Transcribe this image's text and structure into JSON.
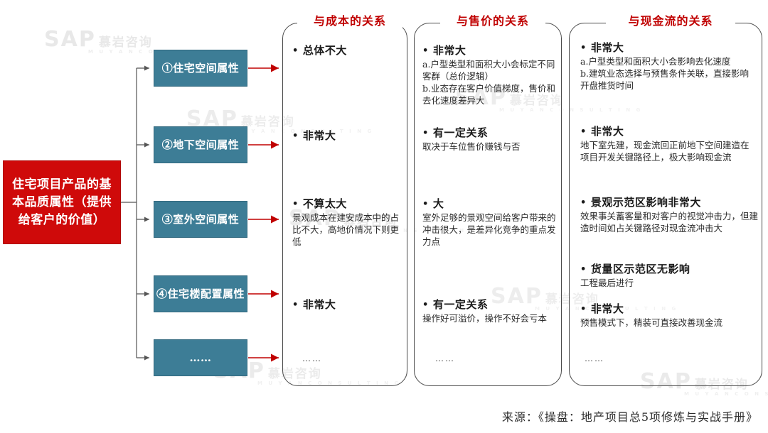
{
  "root": {
    "label": "住宅项目产品的基本品质属性（提供给客户的价值）",
    "color": "#cf0a0a"
  },
  "attributes": [
    {
      "label": "①住宅空间属性"
    },
    {
      "label": "②地下空间属性"
    },
    {
      "label": "③室外空间属性"
    },
    {
      "label": "④住宅楼配置属性"
    },
    {
      "label": "……"
    }
  ],
  "columns": [
    {
      "title": "与成本的关系",
      "blocks": [
        {
          "head": "总体不大",
          "body": ""
        },
        {
          "head": "非常大",
          "body": ""
        },
        {
          "head": "不算太大",
          "body": "景观成本在建安成本中的占比不大，高地价情况下则更低"
        },
        {
          "head": "非常大",
          "body": ""
        }
      ],
      "ellipsis": "……"
    },
    {
      "title": "与售价的关系",
      "blocks": [
        {
          "head": "非常大",
          "body": "a.户型类型和面积大小会标定不同客群（总价逻辑）\nb.业态存在客户价值梯度，售价和去化速度差异大"
        },
        {
          "head": "有一定关系",
          "body": "取决于车位售价赚钱与否"
        },
        {
          "head": "大",
          "body": "室外足够的景观空间给客户带来的冲击很大，是差异化竞争的重点发力点"
        },
        {
          "head": "有一定关系",
          "body": "操作好可溢价，操作不好会亏本"
        }
      ],
      "ellipsis": "……"
    },
    {
      "title": "与现金流的关系",
      "blocks": [
        {
          "head": "非常大",
          "body": "a.户型类型和面积大小会影响去化速度\nb.建筑业态选择与预售条件关联，直接影响开盘推货时间"
        },
        {
          "head": "非常大",
          "body": "地下室先建，现金流回正前地下空间建造在项目开发关键路径上，极大影响现金流"
        },
        {
          "head": "景观示范区影响非常大",
          "body": "效果事关蓄客量和对客户的视觉冲击力，但建造时间如占关键路径对现金流冲击大"
        },
        {
          "head": "货量区示范区无影响",
          "body": "工程最后进行"
        },
        {
          "head": "非常大",
          "body": "预售模式下，精装可直接改善现金流"
        }
      ],
      "ellipsis": "……"
    }
  ],
  "footer": {
    "text": "来源：《操盘：地产项目总5项修炼与实战手册》"
  },
  "watermark": {
    "brand": "SAP",
    "cn": "慕岩咨询",
    "sub": "M U Y A N   C O N S U L T I N G"
  },
  "bullet_glyph": "•"
}
